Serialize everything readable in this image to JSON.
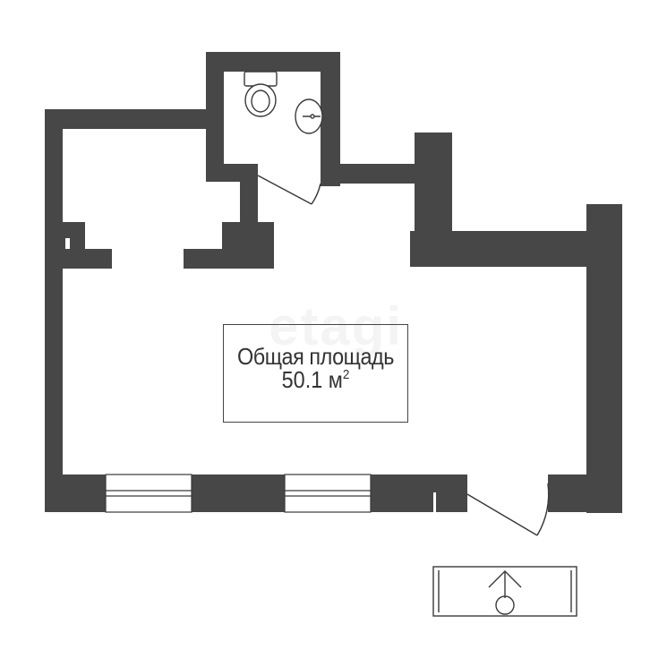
{
  "colors": {
    "wall": "#474747",
    "line": "#3a3a3a",
    "background": "#ffffff"
  },
  "area_label": {
    "title": "Общая площадь",
    "value": "50.1",
    "unit": "м",
    "unit_power": "2"
  },
  "watermark": "etagi",
  "icons": [
    "toilet-icon",
    "sink-icon",
    "entrance-arrow-icon"
  ]
}
